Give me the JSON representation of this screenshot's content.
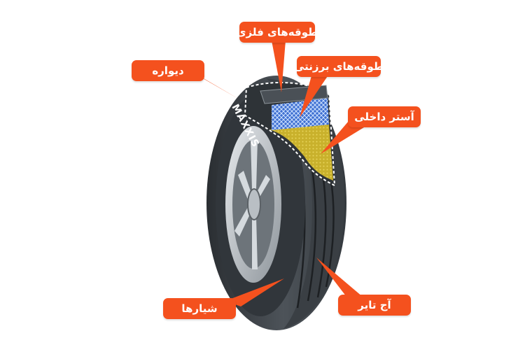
{
  "colors": {
    "callout": "#f4511e",
    "tire_dark": "#2b2f33",
    "tire_mid": "#4b5157",
    "rim": "#c9ced3",
    "inner_liner": "#d8c23a",
    "belt_blue": "#6fa8e6"
  },
  "brand_text": "MAXXIS",
  "labels": {
    "steel_belts": "طوقه‌های فلزی",
    "sidewall": "دیواره",
    "textile_belts": "طوقه‌های برزنتی",
    "inner_liner": "آستر داخلی",
    "grooves": "شیارها",
    "tread": "آج تایر"
  }
}
